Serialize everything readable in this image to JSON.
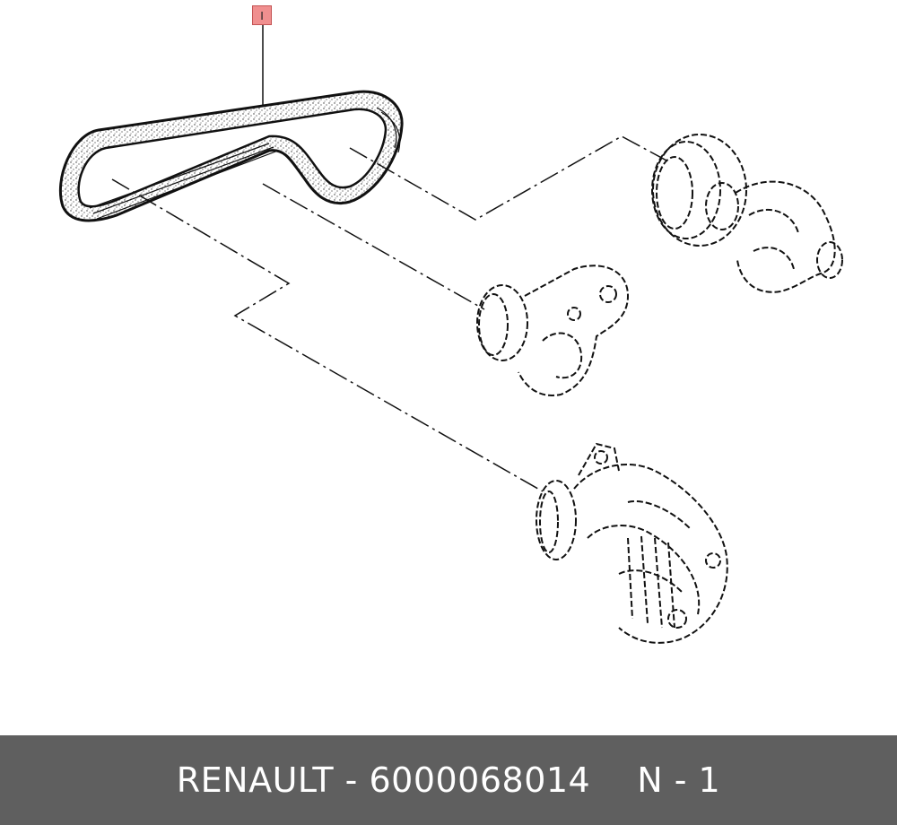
{
  "callout": {
    "label": "I"
  },
  "footer": {
    "brand": "RENAULT",
    "separator": "-",
    "part_number": "6000068014",
    "position_code": "N - 1"
  },
  "colors": {
    "callout_fill": "#f08f8f",
    "footer_bg": "#5f5f5f",
    "line": "#111111"
  }
}
